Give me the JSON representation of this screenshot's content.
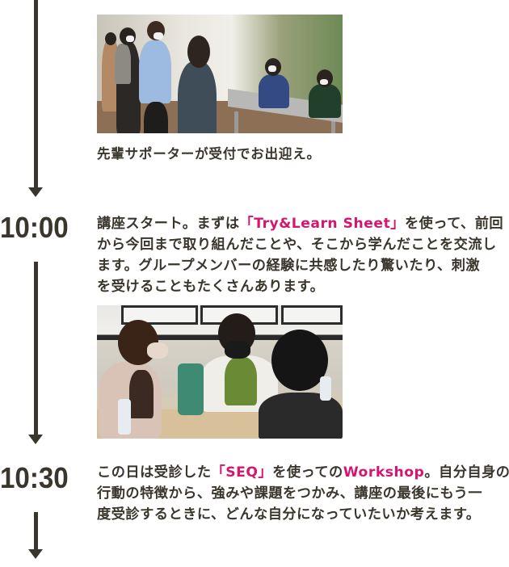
{
  "timeline": {
    "entries": [
      {
        "time": "",
        "photo": {
          "alt": "Senior supporters welcoming participants at the reception desk"
        },
        "caption": "先輩サポーターが受付でお出迎え。"
      },
      {
        "time": "10:00",
        "text": {
          "line1_pre": "講座スタート。まずは",
          "line1_accent": "「Try&Learn Sheet」",
          "line1_post": "を使って、前回",
          "line2": "から今回まで取り組んだことや、そこから学んだことを交流し",
          "line3": "ます。グループメンバーの経験に共感したり驚いたり、刺激",
          "line4": "を受けることもたくさんあります。"
        },
        "photo": {
          "alt": "Participants discussing in a group workshop"
        }
      },
      {
        "time": "10:30",
        "text": {
          "line1_pre": "この日は受診した",
          "line1_accent": "「SEQ」",
          "line1_mid": "を使っての",
          "line1_accent2": "Workshop",
          "line1_post": "。自分自身の",
          "line2": "行動の特徴から、強みや課題をつかみ、講座の最後にもう一",
          "line3": "度受診するときに、どんな自分になっていたいか考えます。"
        }
      }
    ]
  },
  "colors": {
    "text": "#3a362d",
    "accent": "#d4166e",
    "timeline_line": "#3a362d"
  }
}
